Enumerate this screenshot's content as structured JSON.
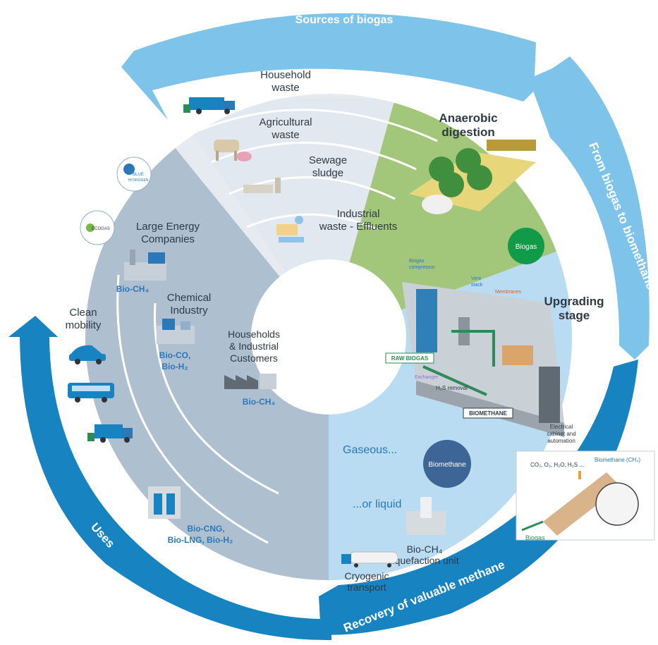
{
  "arrows": {
    "sources": "Sources of biogas",
    "from_biogas": "From biogas to biomethane",
    "recovery": "Recovery of valuable methane",
    "uses": "Uses"
  },
  "sources": [
    {
      "line1": "Household",
      "line2": "waste"
    },
    {
      "line1": "Agricultural",
      "line2": "waste"
    },
    {
      "line1": "Sewage",
      "line2": "sludge"
    },
    {
      "line1": "Industrial",
      "line2": "waste - Effluents"
    }
  ],
  "digestion": {
    "line1": "Anaerobic",
    "line2": "digestion",
    "badge": "Biogas"
  },
  "upgrading": {
    "line1": "Upgrading",
    "line2": "stage",
    "labels": {
      "compressor_1": "Biogas",
      "compressor_2": "compressor",
      "vent_1": "Vent",
      "vent_2": "stack",
      "membranes": "Membranes",
      "raw_biogas": "RAW BIOGAS",
      "exchanger": "Exchanger",
      "h2s": "H₂S removal",
      "biomethane": "BIOMETHANE",
      "cabinet_1": "Electrical",
      "cabinet_2": "cabinet and",
      "cabinet_3": "automation"
    }
  },
  "membrane_inset": {
    "impurities": "CO₂, O₂, H₂O, H₂S ...",
    "product": "Biomethane (CH₄)",
    "input": "Biogas"
  },
  "recovery": {
    "gaseous": "Gaseous...",
    "liquid": "...or liquid",
    "badge": "Biomethane",
    "liquefaction_1": "Bio-CH₄",
    "liquefaction_2": "liquefaction unit",
    "cryogenic_1": "Cryogenic",
    "cryogenic_2": "transport"
  },
  "uses": {
    "clean_mobility_1": "Clean",
    "clean_mobility_2": "mobility",
    "large_energy_1": "Large Energy",
    "large_energy_2": "Companies",
    "large_energy_product": "Bio-CH₄",
    "chemical_1": "Chemical",
    "chemical_2": "Industry",
    "chemical_product_1": "Bio-CO,",
    "chemical_product_2": "Bio-H₂",
    "households_1": "Households",
    "households_2": "& Industrial",
    "households_3": "Customers",
    "households_product": "Bio-CH₄",
    "station_product_1": "Bio-CNG,",
    "station_product_2": "Bio-LNG, Bio-H₂"
  },
  "logos": {
    "blue_hydrogen_1": "BLUE",
    "blue_hydrogen_2": "HYDROGEN",
    "ecogas": "ECOGAS"
  },
  "colors": {
    "arrow_light": "#7ec3ea",
    "arrow_dark": "#1783c1",
    "digestion_green": "#a3c77a",
    "upgrading_blue": "#b9dcf3",
    "sources_band": "#e2e8ef",
    "uses_band": "#aebfd0",
    "badge_green": "#119b48",
    "badge_navy": "#3d6697"
  }
}
